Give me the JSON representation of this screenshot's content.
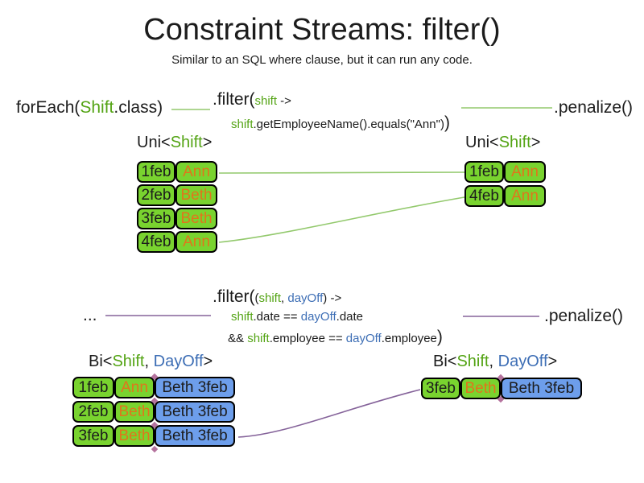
{
  "slide": {
    "title": "Constraint Streams: filter()",
    "subtitle": "Similar to an SQL where clause, but it can run any code."
  },
  "colors": {
    "green_fill": "#79d32f",
    "blue_fill": "#6d9eeb",
    "green_text": "#54a415",
    "blue_text": "#3d6eb5",
    "orange_text": "#e0751c",
    "line_green": "#93c96d",
    "line_purple": "#85639a",
    "anchor_pink": "#b5739e",
    "ink": "#1c1c1c"
  },
  "uni_section": {
    "source": {
      "pre": "forEach(",
      "shift": "Shift",
      "post": ".class)"
    },
    "filter": {
      "open": ".filter(",
      "arg": "shift",
      "arrow": " ->",
      "body_shift": "shift",
      "body": ".getEmployeeName().equals(\"Ann\")",
      "close": ")"
    },
    "penalize": ".penalize()",
    "left_label": {
      "pre": "Uni<",
      "shift": "Shift",
      "post": ">"
    },
    "right_label": {
      "pre": "Uni<",
      "shift": "Shift",
      "post": ">"
    },
    "left_rows": [
      {
        "date": "1feb",
        "name": "Ann"
      },
      {
        "date": "2feb",
        "name": "Beth"
      },
      {
        "date": "3feb",
        "name": "Beth"
      },
      {
        "date": "4feb",
        "name": "Ann"
      }
    ],
    "right_rows": [
      {
        "date": "1feb",
        "name": "Ann"
      },
      {
        "date": "4feb",
        "name": "Ann"
      }
    ]
  },
  "bi_section": {
    "source": "...",
    "filter": {
      "open": ".filter(",
      "paren": "(",
      "arg1": "shift",
      "comma": ", ",
      "arg2": "dayOff",
      "close_arrow": ") ->",
      "b1_shift": "shift",
      "b1_mid": ".date == ",
      "b1_dayoff": "dayOff",
      "b1_end": ".date",
      "b2_amp": "&& ",
      "b2_shift": "shift",
      "b2_mid": ".employee == ",
      "b2_dayoff": "dayOff",
      "b2_end": ".employee",
      "close": ")"
    },
    "penalize": ".penalize()",
    "left_label": {
      "pre": "Bi<",
      "shift": "Shift",
      "comma": ", ",
      "dayoff": "DayOff",
      "post": ">"
    },
    "right_label": {
      "pre": "Bi<",
      "shift": "Shift",
      "comma": ", ",
      "dayoff": "DayOff",
      "post": ">"
    },
    "left_rows": [
      {
        "date": "1feb",
        "name": "Ann",
        "dayoff": "Beth 3feb"
      },
      {
        "date": "2feb",
        "name": "Beth",
        "dayoff": "Beth 3feb"
      },
      {
        "date": "3feb",
        "name": "Beth",
        "dayoff": "Beth 3feb"
      }
    ],
    "right_rows": [
      {
        "date": "3feb",
        "name": "Beth",
        "dayoff": "Beth 3feb"
      }
    ]
  }
}
